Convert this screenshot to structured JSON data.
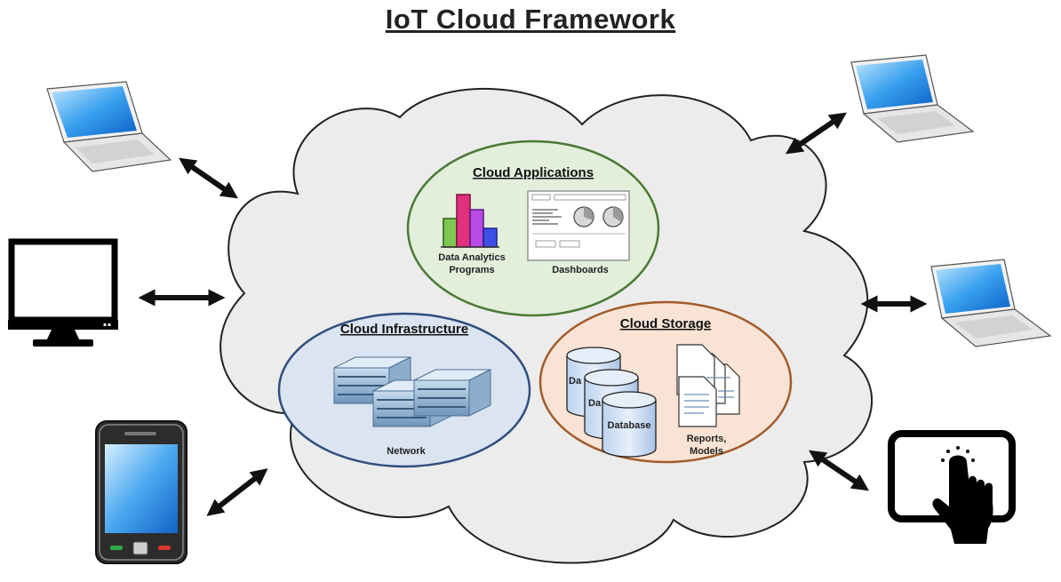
{
  "title": "IoT Cloud Framework",
  "sections": {
    "applications": {
      "heading": "Cloud Applications",
      "items": [
        "Data Analytics",
        "Programs",
        "Dashboards"
      ]
    },
    "infrastructure": {
      "heading": "Cloud Infrastructure",
      "items": [
        "Network"
      ]
    },
    "storage": {
      "heading": "Cloud Storage",
      "items": [
        "Database",
        "Reports,",
        "Models"
      ],
      "partial_labels": [
        "Da",
        "Da"
      ]
    }
  },
  "devices": [
    "laptop-icon",
    "monitor-icon",
    "smartphone-icon",
    "laptop-icon",
    "laptop-icon",
    "tablet-icon"
  ],
  "colors": {
    "cloud_fill": "#ececec",
    "applications_fill": "#e3eedb",
    "applications_border": "#4a7a35",
    "infrastructure_fill": "#dbe4f1",
    "infrastructure_border": "#2f4e7e",
    "storage_fill": "#f8e3d4",
    "storage_border": "#a25b2a"
  }
}
